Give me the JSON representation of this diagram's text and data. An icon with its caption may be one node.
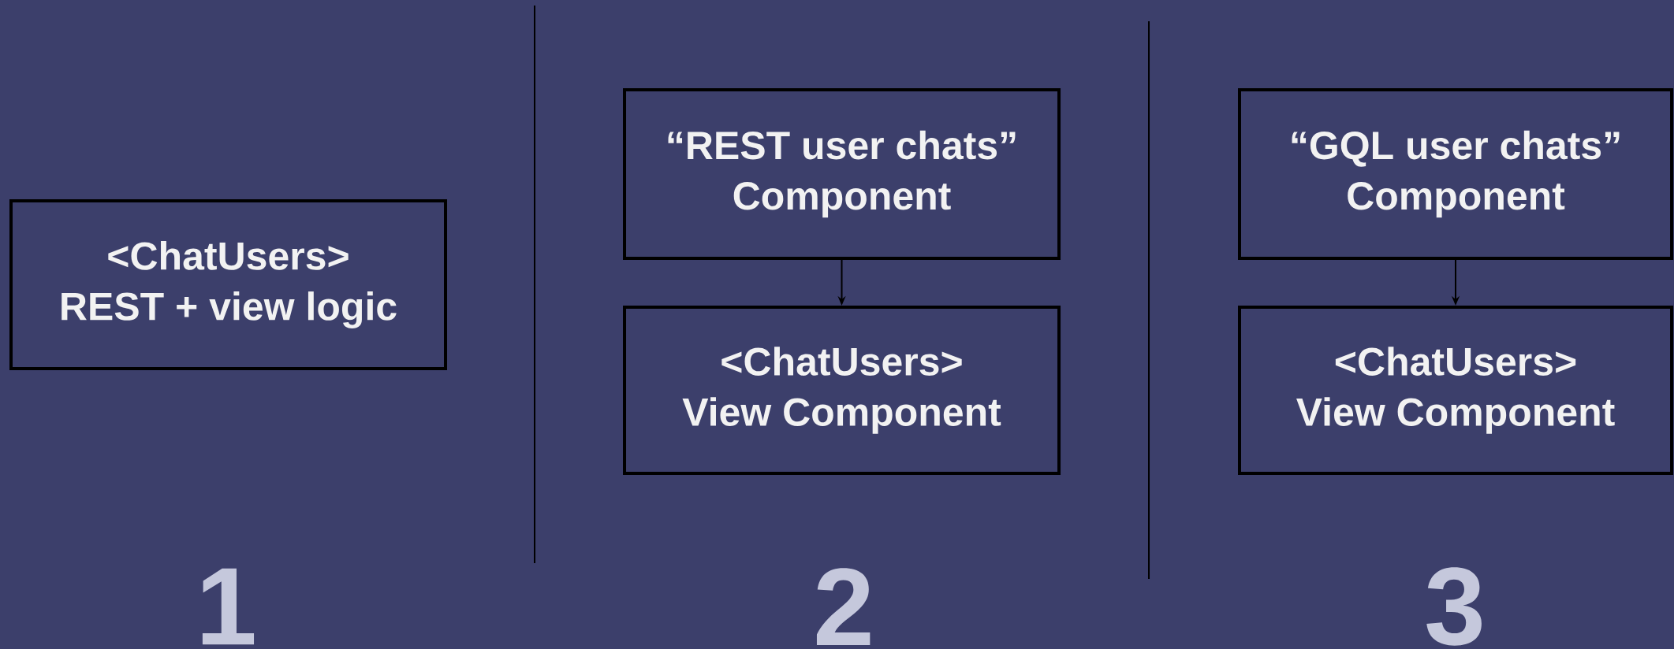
{
  "diagram": {
    "nodes": [
      {
        "text": [
          "<ChatUsers>",
          "REST + view logic"
        ]
      },
      {
        "text": [
          "“REST user chats”",
          "Component"
        ]
      },
      {
        "text": [
          "<ChatUsers>",
          "View Component"
        ]
      },
      {
        "text": [
          "“GQL user chats”",
          "Component"
        ]
      },
      {
        "text": [
          "<ChatUsers>",
          "View Component"
        ]
      }
    ],
    "edges": [
      {
        "from": 1,
        "to": 2,
        "arrow": "to"
      },
      {
        "from": 3,
        "to": 4,
        "arrow": "to"
      }
    ],
    "labels": [
      "1",
      "2",
      "3"
    ]
  }
}
